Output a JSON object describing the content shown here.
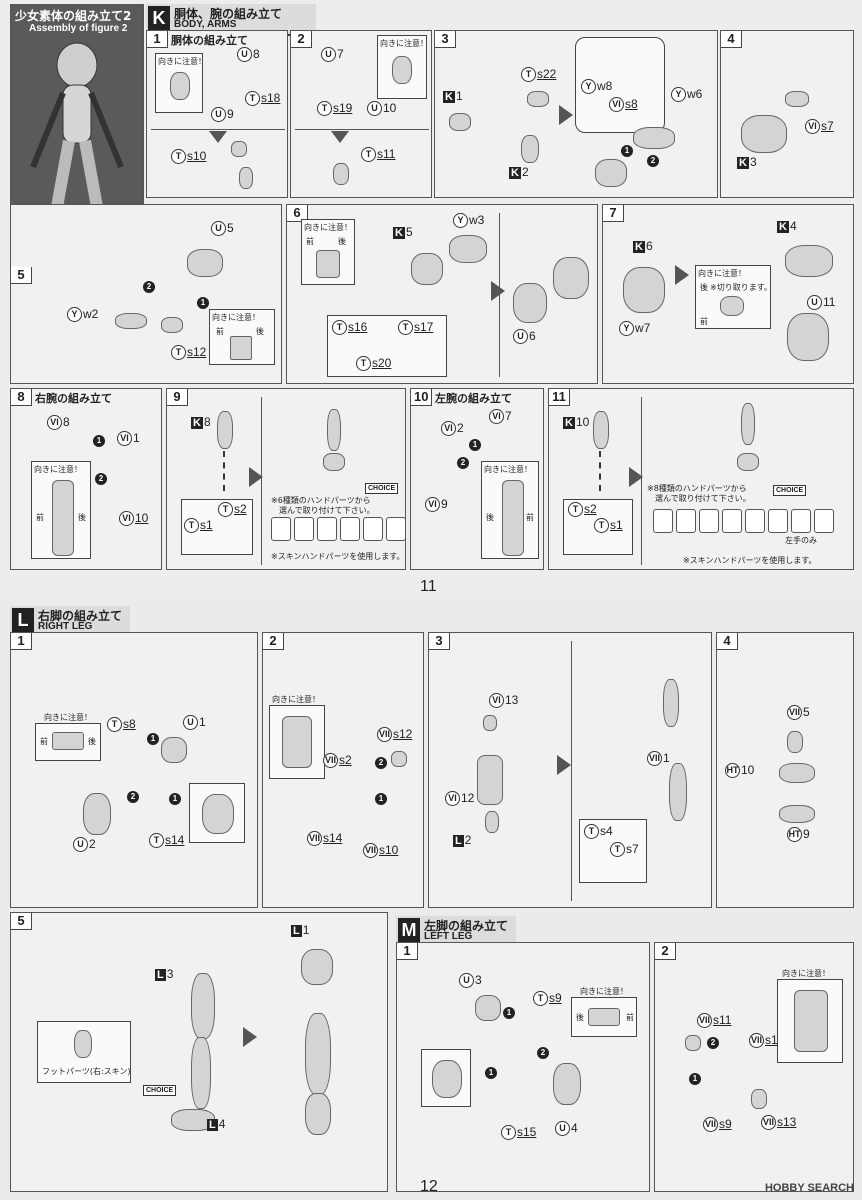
{
  "top": {
    "figure_title": "少女素体の組み立て2",
    "figure_subtitle": "Assembly of figure 2",
    "section_letter": "K",
    "section_jp": "胴体、腕の組み立て",
    "section_en": "BODY, ARMS",
    "step1": {
      "no": "1",
      "title": "胴体の組み立て",
      "note": "向きに注意！",
      "labels": [
        "U 8",
        "T s18",
        "U 9",
        "T s10"
      ]
    },
    "step2": {
      "no": "2",
      "labels": [
        "U 7",
        "T s19",
        "U 10",
        "T s11"
      ],
      "note": "向きに注意！"
    },
    "step3": {
      "no": "3",
      "labels": [
        "K 1",
        "T s22",
        "K 2",
        "Y w8",
        "VI s8",
        "Y w6"
      ]
    },
    "step4": {
      "no": "4",
      "labels": [
        "VI s7",
        "K 3"
      ]
    },
    "step5": {
      "no": "5",
      "labels": [
        "U 5",
        "Y w2",
        "T s12"
      ],
      "note": "向きに注意！",
      "front": "前",
      "back": "後"
    },
    "step6": {
      "no": "6",
      "labels": [
        "K 5",
        "Y w3",
        "T s16",
        "T s17",
        "T s20",
        "U 6"
      ],
      "note": "向きに注意！",
      "front": "前",
      "back": "後"
    },
    "step7": {
      "no": "7",
      "labels": [
        "K 6",
        "K 4",
        "Y w7",
        "U 11"
      ],
      "note": "向きに注意！",
      "note2": "※切り取ります。",
      "front": "前",
      "back": "後"
    },
    "step8": {
      "no": "8",
      "title": "右腕の組み立て",
      "labels": [
        "VI 8",
        "VI 1",
        "VI 10"
      ],
      "note": "向きに注意！",
      "front": "前",
      "back": "後"
    },
    "step9": {
      "no": "9",
      "labels": [
        "K 8",
        "T s2",
        "T s1"
      ],
      "choice": "CHOICE",
      "note1": "※6種類のハンドパーツから",
      "note1b": "選んで取り付けて下さい。",
      "note2": "※スキンハンドパーツを使用します。"
    },
    "step10": {
      "no": "10",
      "title": "左腕の組み立て",
      "labels": [
        "VI 2",
        "VI 7",
        "VI 9"
      ],
      "note": "向きに注意！",
      "front": "前",
      "back": "後"
    },
    "step11": {
      "no": "11",
      "labels": [
        "K 10",
        "T s2",
        "T s1"
      ],
      "choice": "CHOICE",
      "note1": "※8種類のハンドパーツから",
      "note1b": "選んで取り付けて下さい。",
      "note2": "※スキンハンドパーツを使用します。",
      "left_only": "左手のみ"
    },
    "page_number": "11"
  },
  "bottom": {
    "sectionL_letter": "L",
    "sectionL_jp": "右脚の組み立て",
    "sectionL_en": "RIGHT LEG",
    "l1": {
      "no": "1",
      "labels": [
        "T s8",
        "U 1",
        "U 2",
        "T s14"
      ],
      "note": "向きに注意！",
      "front": "前",
      "back": "後"
    },
    "l2": {
      "no": "2",
      "labels": [
        "VII s12",
        "VII s2",
        "VII s14",
        "VII s10"
      ],
      "note": "向きに注意！"
    },
    "l3": {
      "no": "3",
      "labels": [
        "VI 13",
        "VI 12",
        "L 2",
        "VII 1",
        "T s4",
        "T s7"
      ]
    },
    "l4": {
      "no": "4",
      "labels": [
        "VII 5",
        "HT 10",
        "HT 9"
      ]
    },
    "l5": {
      "no": "5",
      "labels": [
        "L 3",
        "L 1",
        "L 4"
      ],
      "foot_note": "フットパーツ(右:スキン)",
      "choice": "CHOICE"
    },
    "sectionM_letter": "M",
    "sectionM_jp": "左脚の組み立て",
    "sectionM_en": "LEFT LEG",
    "m1": {
      "no": "1",
      "labels": [
        "U 3",
        "T s9",
        "T s15",
        "U 4"
      ],
      "note": "向きに注意！",
      "front": "前",
      "back": "後"
    },
    "m2": {
      "no": "2",
      "labels": [
        "VII s11",
        "VII s1",
        "VII s9",
        "VII s13"
      ],
      "note": "向きに注意！"
    },
    "page_number": "12",
    "watermark": "HOBBY SEARCH"
  }
}
